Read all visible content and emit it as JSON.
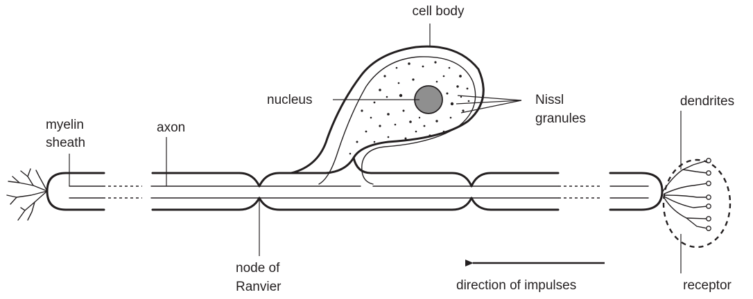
{
  "labels": {
    "cell_body": "cell body",
    "nucleus": "nucleus",
    "nissl_line1": "Nissl",
    "nissl_line2": "granules",
    "dendrites": "dendrites",
    "myelin_line1": "myelin",
    "myelin_line2": "sheath",
    "axon": "axon",
    "node_line1": "node of",
    "node_line2": "Ranvier",
    "direction": "direction of impulses",
    "receptor": "receptor"
  },
  "colors": {
    "ink": "#231f20",
    "nucleus_fill": "#8f8f8f",
    "background": "#ffffff"
  }
}
